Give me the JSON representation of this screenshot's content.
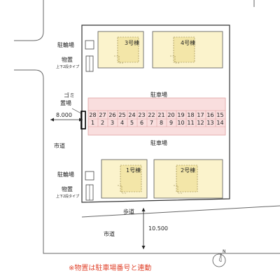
{
  "labels": {
    "bicycle_parking": "駐輪場",
    "storage": "物置",
    "storage_type": "上下2段タイプ",
    "garbage_line1": "ゴミ",
    "garbage_line2": "置場",
    "parking": "駐車場",
    "city_road": "市道",
    "sidewalk": "歩道",
    "road_width_left": "8.000",
    "road_width_bottom": "10.500",
    "note": "※物置は駐車場番号と連動",
    "north": "N"
  },
  "buildings": [
    {
      "name": "1号棟"
    },
    {
      "name": "2号棟"
    },
    {
      "name": "3号棟"
    },
    {
      "name": "4号棟"
    }
  ],
  "parking_spaces": {
    "top_row": [
      "28",
      "27",
      "26",
      "25",
      "24",
      "23",
      "22",
      "21",
      "20",
      "19",
      "18",
      "17",
      "16",
      "15"
    ],
    "bottom_row": [
      "1",
      "2",
      "3",
      "4",
      "5",
      "6",
      "7",
      "8",
      "9",
      "10",
      "11",
      "12",
      "13",
      "14"
    ]
  },
  "colors": {
    "building_fill": "#fbf3cc",
    "parking_fill": "#f9dede",
    "parking_stroke": "#e0a0a0",
    "site_stroke": "#333333",
    "note_text": "#e0442d",
    "highlight_box": "#000000"
  }
}
